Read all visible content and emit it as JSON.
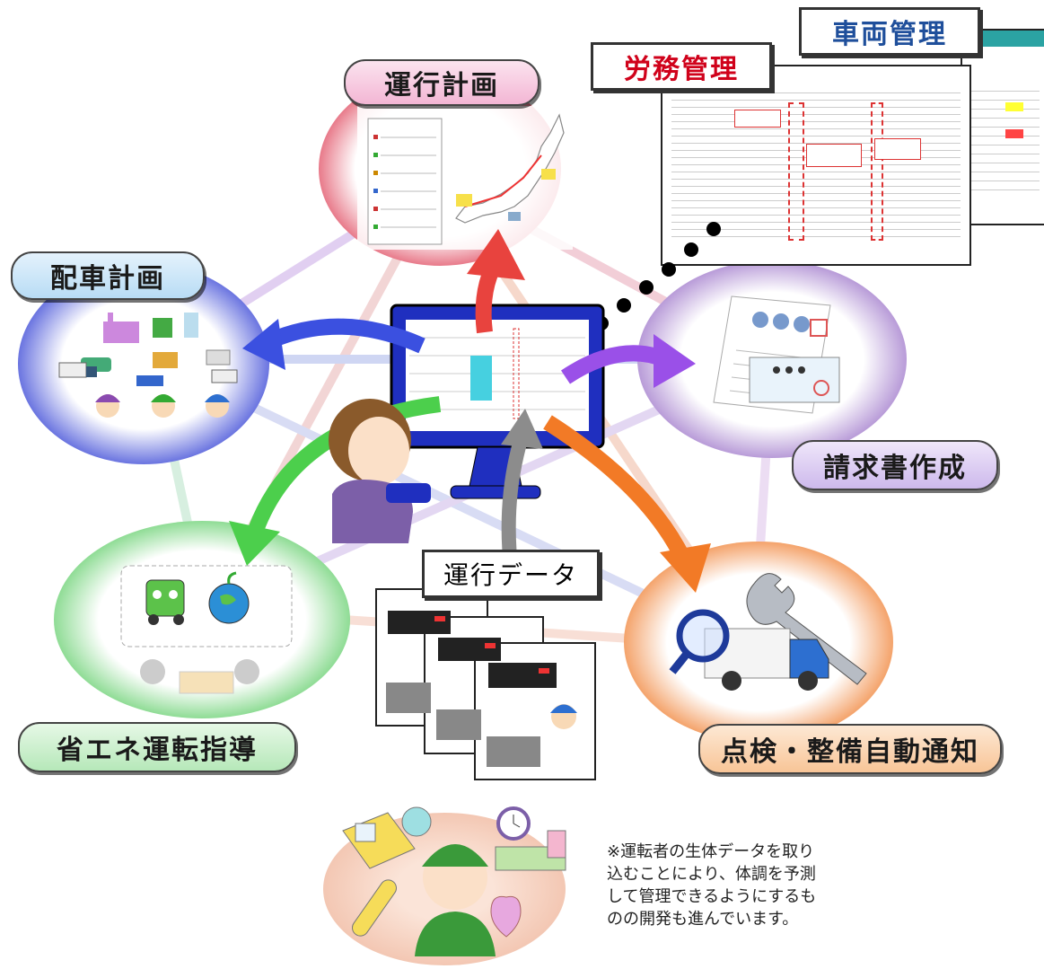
{
  "nodes": {
    "plan": {
      "label": "運行計画",
      "color": "#f4c2d8"
    },
    "dispatch": {
      "label": "配車計画",
      "color": "#c9e3f7"
    },
    "invoice": {
      "label": "請求書作成",
      "color": "#dccbf0"
    },
    "eco": {
      "label": "省エネ運転指導",
      "color": "#cfeed2"
    },
    "inspection": {
      "label": "点検・整備自動通知",
      "color": "#fbd7b4"
    },
    "data": {
      "label": "運行データ"
    },
    "labor": {
      "label": "労務管理",
      "color": "#d0021b"
    },
    "vehicle": {
      "label": "車両管理",
      "color": "#1f4f9b"
    }
  },
  "note": {
    "lines": [
      "※運転者の生体データを取り",
      "込むことにより、体調を予測",
      "して管理できるようにするも",
      "のの開発も進んでいます。"
    ]
  },
  "icons": [
    "monitor-icon",
    "operator-icon",
    "map-icon",
    "factory-icon",
    "truck-icon",
    "driver-icon",
    "invoice-document-icon",
    "wrench-icon",
    "magnifier-icon",
    "recorder-icon",
    "earth-mascot-icon",
    "alarm-clock-icon",
    "bed-icon",
    "thermometer-icon",
    "heart-icon",
    "breath-tester-icon"
  ]
}
